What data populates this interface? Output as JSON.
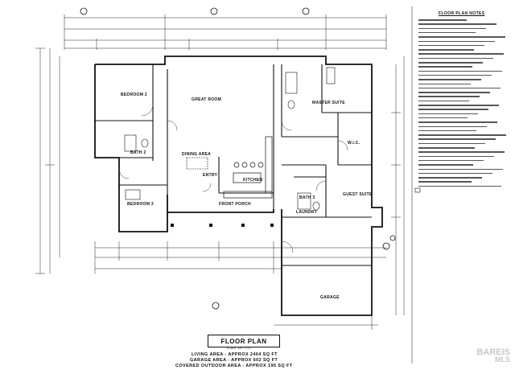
{
  "notes": {
    "title": "FLOOR PLAN NOTES",
    "line_count": 40
  },
  "rooms": {
    "bedroom2": "BEDROOM 2",
    "great_room": "GREAT ROOM",
    "master_suite": "MASTER SUITE",
    "bath2": "BATH 2",
    "dining_area": "DINING AREA",
    "entry": "ENTRY",
    "kitchen": "KITCHEN",
    "bath3": "BATH 3",
    "guest_suite": "GUEST SUITE",
    "bedroom3": "BEDROOM 3",
    "front_porch": "FRONT PORCH",
    "laundry": "LAUNDRY",
    "garage": "GARAGE",
    "wic": "W.I.C."
  },
  "title": {
    "label": "FLOOR PLAN",
    "scale": "SCALE: 1/8\" = 1'-0\""
  },
  "areas": {
    "living": "LIVING AREA - APPROX 2404 SQ FT",
    "garage": "GARAGE AREA - APPROX 602 SQ FT",
    "outdoor": "COVERED OUTDOOR AREA - APPROX 195 SQ FT"
  },
  "watermark": {
    "top": "BAREIS",
    "bottom": "MLS"
  },
  "colors": {
    "ink": "#111111",
    "watermark": "#c8c8c8"
  }
}
